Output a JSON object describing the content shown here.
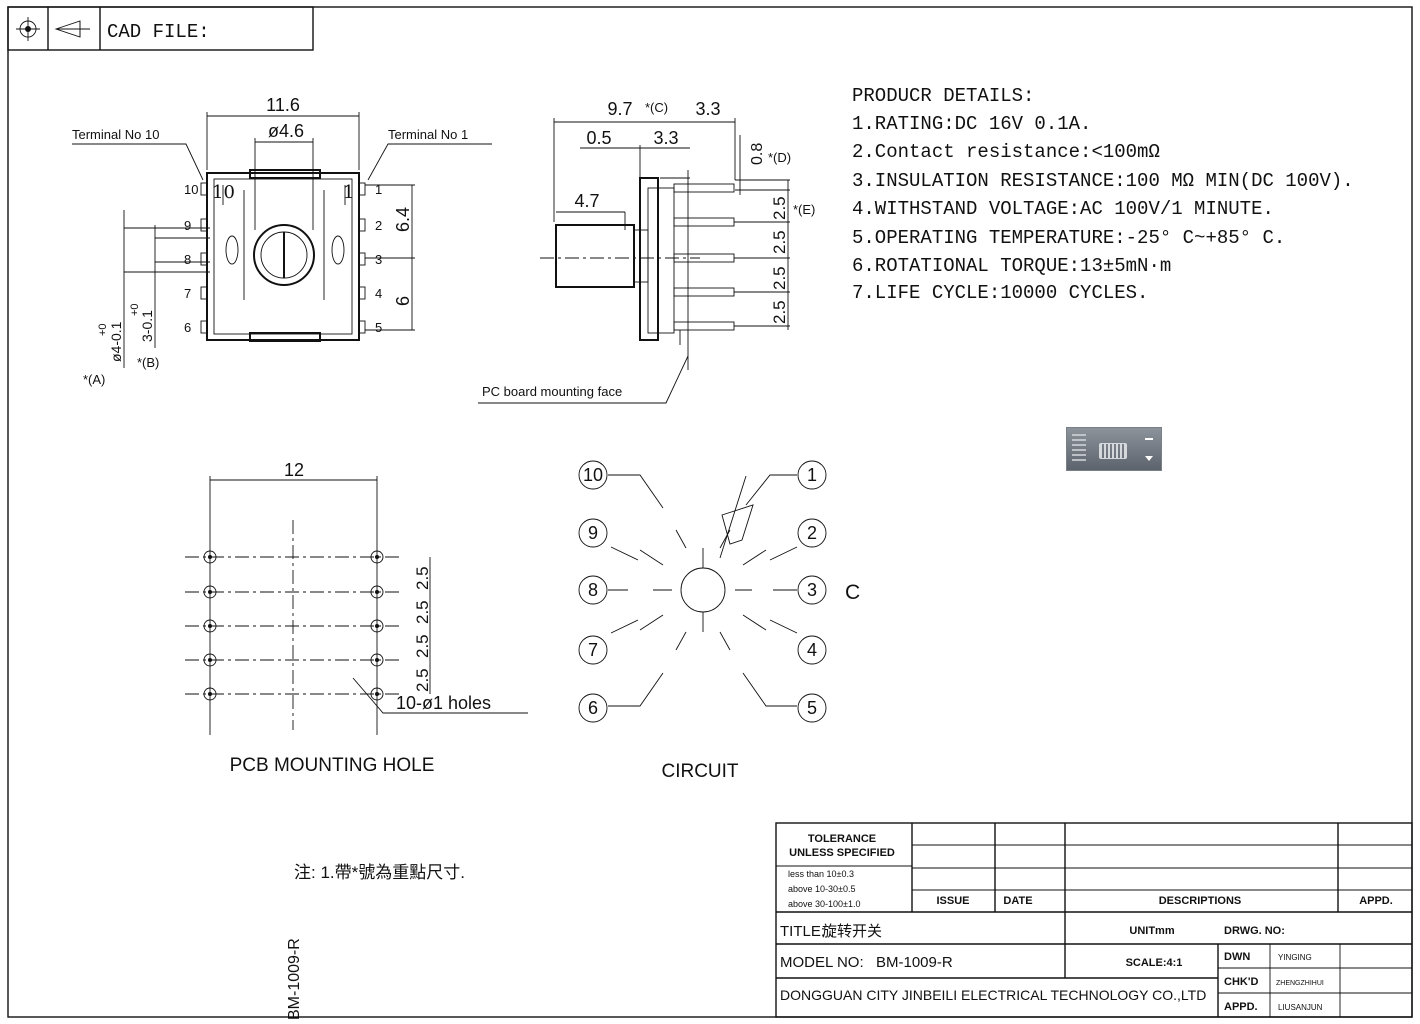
{
  "header": {
    "cad_label": "CAD FILE:"
  },
  "front_view": {
    "dim_width": "11.6",
    "dim_shaft": "ø4.6",
    "terminal_left": "Terminal No 10",
    "terminal_right": "Terminal No 1",
    "dim_upper": "6.4",
    "dim_lower": "6",
    "left_pins": [
      "10",
      "9",
      "8",
      "7",
      "6"
    ],
    "right_pins": [
      "1",
      "2",
      "3",
      "4",
      "5"
    ],
    "inner_left": "10",
    "inner_right": "1",
    "tol_a": "ø4-0.1",
    "tol_a_plus": "+0",
    "tol_b": "3-0.1",
    "tol_b_plus": "+0",
    "mark_a": "*(A)",
    "mark_b": "*(B)"
  },
  "side_view": {
    "dim_total": "9.7",
    "mark_c": "*(C)",
    "dim_33_top": "3.3",
    "dim_05": "0.5",
    "dim_33_mid": "3.3",
    "dim_47": "4.7",
    "dim_08": "0.8",
    "mark_d": "*(D)",
    "mark_e": "*(E)",
    "pitch": [
      "2.5",
      "2.5",
      "2.5",
      "2.5"
    ],
    "pc_board": "PC board mounting face"
  },
  "details": {
    "title": "PRODUCR DETAILS:",
    "items": [
      "1.RATING:DC 16V 0.1A.",
      "2.Contact resistance:<100mΩ",
      "3.INSULATION RESISTANCE:100 MΩ MIN(DC 100V).",
      "4.WITHSTAND VOLTAGE:AC 100V/1 MINUTE.",
      "5.OPERATING TEMPERATURE:-25° C~+85° C.",
      "6.ROTATIONAL TORQUE:13±5mN·m",
      "7.LIFE CYCLE:10000 CYCLES."
    ]
  },
  "pcb": {
    "dim_width": "12",
    "pitch": [
      "2.5",
      "2.5",
      "2.5",
      "2.5"
    ],
    "holes_label": "10-ø1 holes",
    "caption": "PCB MOUNTING HOLE"
  },
  "circuit": {
    "terminals": [
      "1",
      "2",
      "3",
      "4",
      "5",
      "6",
      "7",
      "8",
      "9",
      "10"
    ],
    "common": "C",
    "caption": "CIRCUIT"
  },
  "note": "注: 1.帶*號為重點尺寸.",
  "side_code": "BM-1009-R",
  "title_block": {
    "tolerance_title": "TOLERANCE",
    "tolerance_sub": "UNLESS SPECIFIED",
    "tol_rows": [
      "less than 10±0.3",
      "above 10-30±0.5",
      "above 30-100±1.0"
    ],
    "issue": "ISSUE",
    "date": "DATE",
    "descriptions": "DESCRIPTIONS",
    "appd_header": "APPD.",
    "title_label": "TITLE:",
    "title_value": "旋转开关",
    "unit": "UNITmm",
    "drwg_no": "DRWG. NO:",
    "model_label": "MODEL NO:",
    "model_value": "BM-1009-R",
    "scale": "SCALE:4:1",
    "dwn_label": "DWN",
    "dwn_value": "YINGING",
    "chkd_label": "CHK'D",
    "chkd_value": "ZHENGZHIHUI",
    "appd_label": "APPD.",
    "appd_value": "LIUSANJUN",
    "company": "DONGGUAN CITY JINBEILI ELECTRICAL TECHNOLOGY CO.,LTD"
  }
}
